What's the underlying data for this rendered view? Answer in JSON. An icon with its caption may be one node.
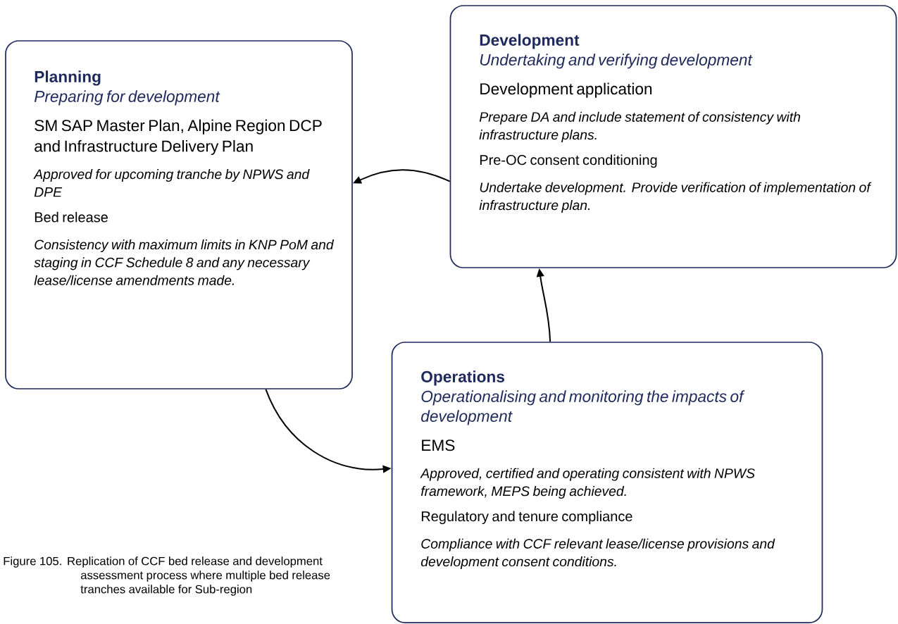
{
  "diagram": {
    "caption": "Figure 105. Replication of CCF bed release and development assessment process where multiple bed release tranches available for Sub-region",
    "nodes": [
      {
        "text": [
          "Planning",
          "Preparing for development",
          "SM SAP Master Plan, Alpine Region DCP and Infrastructure Delivery Plan",
          "Approved for upcoming tranche by NPWS and DPE",
          "Bed release",
          "Consistency with maximum limits in KNP PoM and staging in CCF Schedule 8 and any necessary lease/license amendments made."
        ]
      },
      {
        "text": [
          "Development",
          "Undertaking and verifying development",
          "Development application",
          "Prepare DA and include statement of consistency with infrastructure plans.",
          "Pre-OC consent conditioning",
          "Undertake development.  Provide verification of implementation of infrastructure plan."
        ]
      },
      {
        "text": [
          "Operations",
          "Operationalising and monitoring the impacts of development",
          "EMS",
          "Approved, certified and operating consistent with NPWS framework, MEPS being achieved.",
          "Regulatory and tenure compliance",
          "Compliance with CCF relevant lease/license provisions and development consent conditions."
        ]
      }
    ],
    "edges": [
      {
        "from": 0,
        "to": 2,
        "arrow": "to"
      },
      {
        "from": 2,
        "to": 1,
        "arrow": "to"
      },
      {
        "from": 1,
        "to": 0,
        "arrow": "to"
      }
    ]
  }
}
